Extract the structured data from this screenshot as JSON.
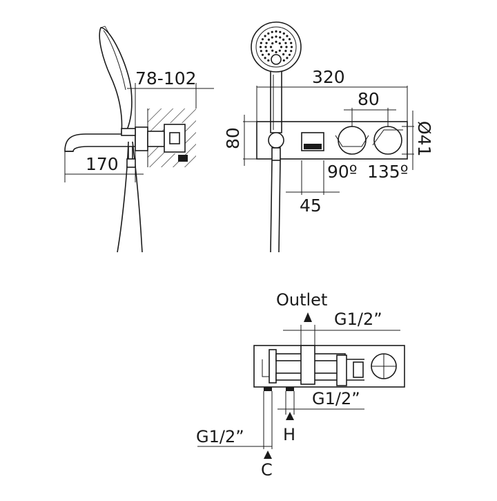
{
  "side_view": {
    "dim_depth": "78-102",
    "dim_spout": "170"
  },
  "front_view": {
    "dim_width": "320",
    "dim_height": "80",
    "dim_handle_spacing": "80",
    "dim_handle_diameter": "Ø41",
    "dim_button_width": "45",
    "angle_left": "90º",
    "angle_right": "135º"
  },
  "connection_view": {
    "outlet_label": "Outlet",
    "outlet_thread": "G1/2”",
    "hot_thread": "G1/2”",
    "cold_thread": "G1/2”",
    "hot_label": "H",
    "cold_label": "C"
  }
}
